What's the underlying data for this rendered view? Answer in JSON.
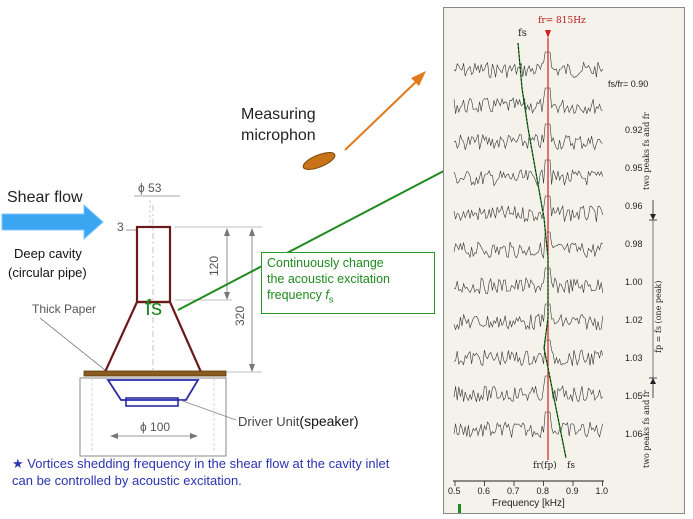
{
  "labels": {
    "shear_flow": "Shear flow",
    "measuring_mic_1": "Measuring",
    "measuring_mic_2": "microphon",
    "phi53": "ϕ 53",
    "dim3": "3",
    "deep_cavity_1": "Deep cavity",
    "deep_cavity_2": "(circular pipe)",
    "dim120": "120",
    "dim320": "320",
    "thick_paper": "Thick Paper",
    "fs_big": "fs",
    "driver_unit": "Driver Unit",
    "speaker": "(speaker)",
    "phi100": "ϕ 100"
  },
  "note": {
    "line1": "Continuously change",
    "line2": "the acoustic excitation",
    "line3_prefix": "frequency ",
    "line3_italic": "f",
    "line3_sub": "s"
  },
  "caption": {
    "star": "★",
    "text": " Vortices shedding frequency in the shear flow at the cavity inlet can be controlled by acoustic excitation."
  },
  "spectrum": {
    "top_fs": "fs",
    "top_fr": "fr= 815Hz",
    "bottom_fr": "fr(fp)",
    "bottom_fs": "fs",
    "xlabel": "Frequency [kHz]",
    "xticks": [
      "0.5",
      "0.6",
      "0.7",
      "0.8",
      "0.9",
      "1.0"
    ],
    "ratio_header": "fs/fr= 0.90",
    "ratios": [
      "0.92",
      "0.95",
      "0.96",
      "0.98",
      "1.00",
      "1.02",
      "1.03",
      "1.05",
      "1.06"
    ],
    "regions": [
      "two peaks fs and fr",
      "fp = fs (one peak)",
      "two peaks fs and fr"
    ]
  }
}
